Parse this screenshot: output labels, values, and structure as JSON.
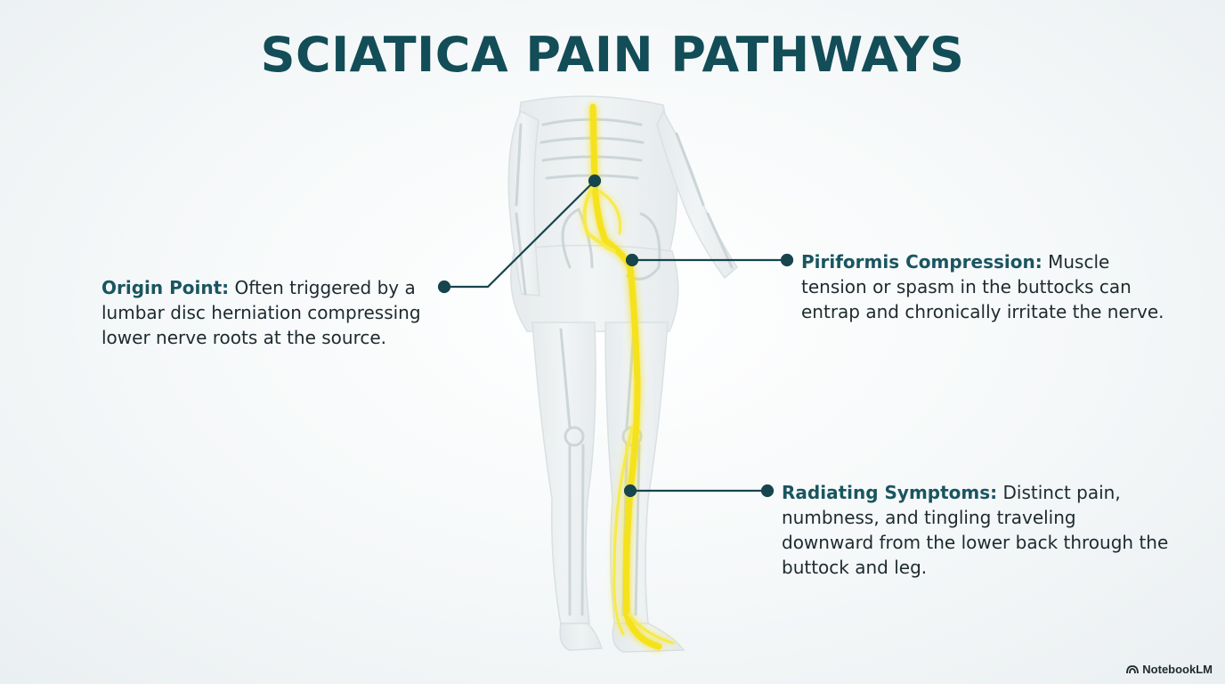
{
  "title": "SCIATICA PAIN PATHWAYS",
  "callouts": {
    "origin": {
      "head": "Origin Point:",
      "text": "Often triggered by a lumbar disc herniation compressing lower nerve roots at the source."
    },
    "piriformis": {
      "head": "Piriformis Compression:",
      "text": "Muscle tension or spasm in the buttocks can entrap and chronically irritate the nerve."
    },
    "radiating": {
      "head": "Radiating Symptoms:",
      "text": "Distinct pain, numbness, and tingling traveling downward from the lower back through the buttock and leg."
    }
  },
  "brand": {
    "label": "NotebookLM",
    "icon": "notebooklm-logo-icon"
  },
  "colors": {
    "title": "#134d57",
    "callout_head": "#1a5560",
    "leader_line": "#17454d",
    "nerve": "#f5e21a",
    "skeleton": "#c9d3d6"
  }
}
